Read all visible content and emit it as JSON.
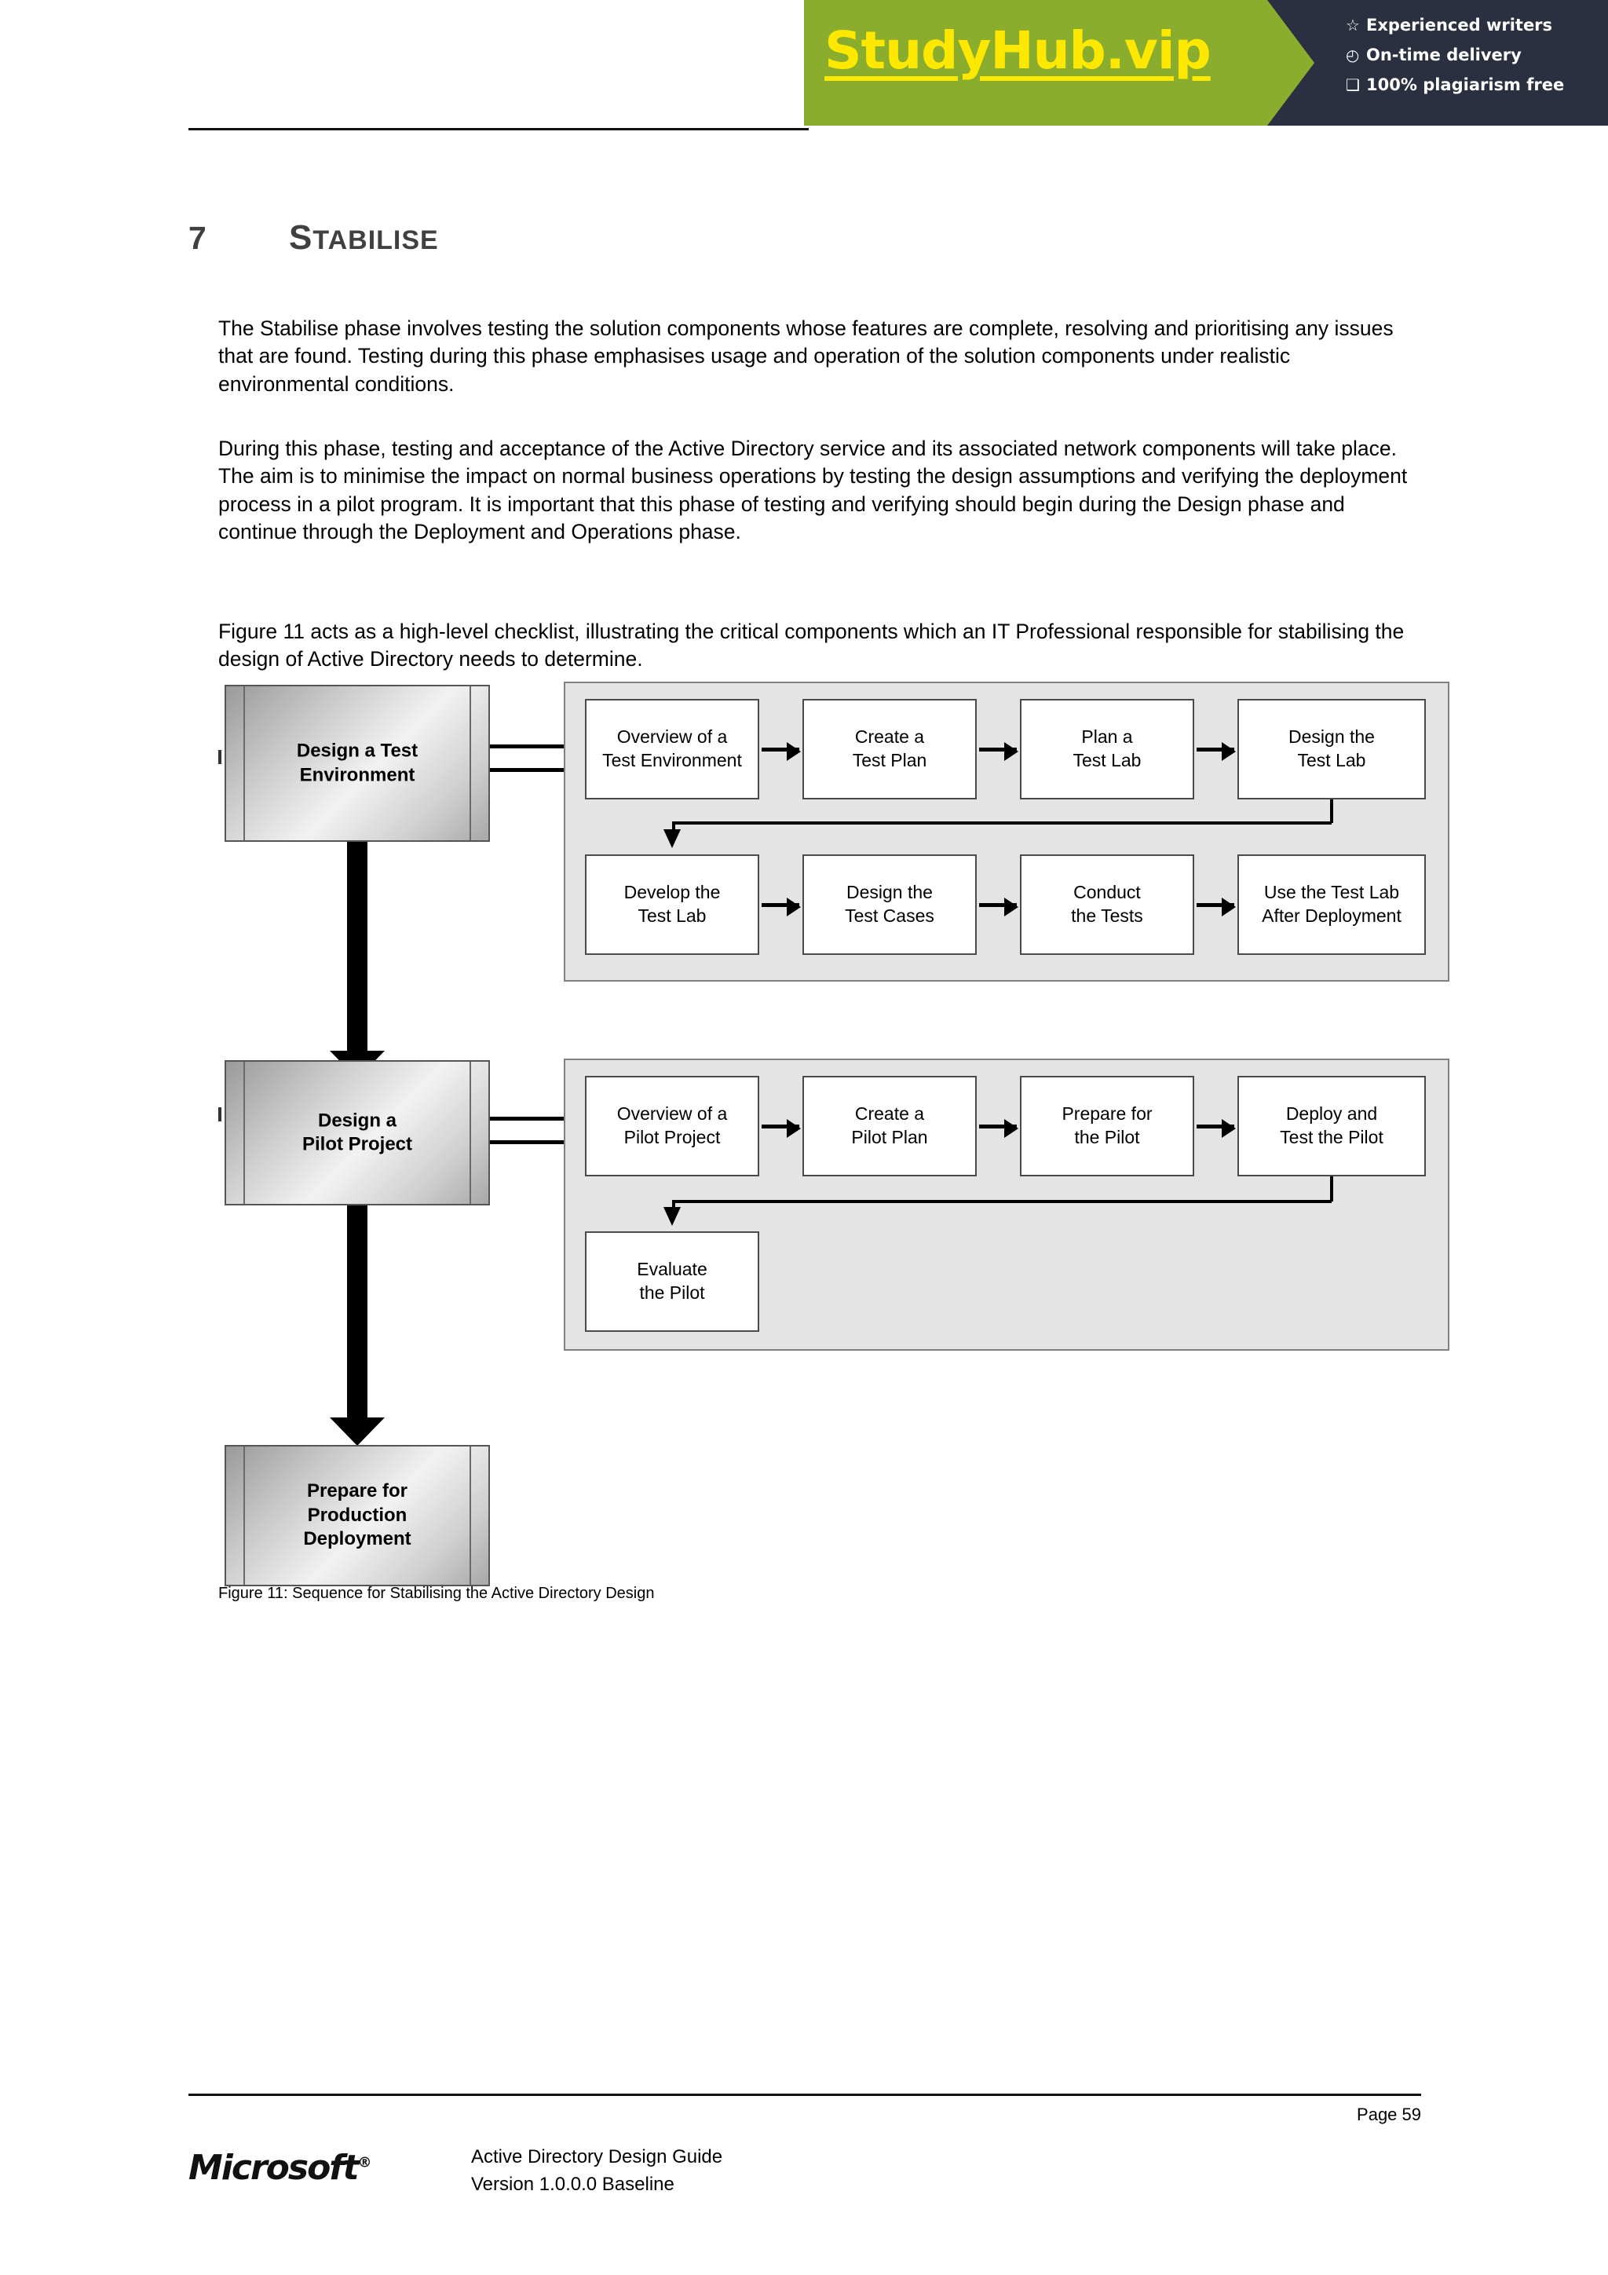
{
  "watermark": {
    "logo_text": "StudyHub.vip",
    "features": [
      {
        "icon": "star-icon",
        "glyph": "☆",
        "text": "Experienced writers"
      },
      {
        "icon": "clock-icon",
        "glyph": "◴",
        "text": "On-time delivery"
      },
      {
        "icon": "shield-check-icon",
        "glyph": "❑",
        "text": "100% plagiarism free"
      }
    ],
    "green_hex": "#8AAD2E",
    "dark_hex": "#2B3040",
    "yellow_hex": "#FFE800"
  },
  "heading": {
    "number": "7",
    "first_letter": "S",
    "rest": "TABILISE"
  },
  "paragraphs": {
    "p1": "The Stabilise phase involves testing the solution components whose features are complete, resolving and prioritising any issues that are found. Testing during this phase emphasises usage and operation of the solution components under realistic environmental conditions.",
    "p2": "During this phase, testing and acceptance of the Active Directory service and its associated network components will take place. The aim is to minimise the impact on normal business operations by testing the design assumptions and verifying the deployment process in a pilot program. It is important that this phase of testing and verifying should begin during the Design phase and continue through the Deployment and Operations phase.",
    "p3": "Figure 11 acts as a high-level checklist, illustrating the critical components which an IT Professional responsible for stabilising the design of Active Directory needs to determine."
  },
  "figure": {
    "caption": "Figure 11: Sequence for Stabilising the Active Directory Design",
    "phases": [
      {
        "id": "design-test-environment",
        "label": "Design a Test\nEnvironment"
      },
      {
        "id": "design-pilot-project",
        "label": "Design a\nPilot Project"
      },
      {
        "id": "prepare-production-deployment",
        "label": "Prepare for\nProduction\nDeployment"
      }
    ],
    "test_row1": [
      "Overview of a\nTest Environment",
      "Create a\nTest Plan",
      "Plan a\nTest Lab",
      "Design the\nTest Lab"
    ],
    "test_row2": [
      "Develop the\nTest Lab",
      "Design the\nTest Cases",
      "Conduct\nthe Tests",
      "Use the Test Lab\nAfter Deployment"
    ],
    "pilot_row1": [
      "Overview of a\nPilot Project",
      "Create a\nPilot Plan",
      "Prepare for\nthe Pilot",
      "Deploy and\nTest the Pilot"
    ],
    "pilot_row2": [
      "Evaluate\nthe Pilot"
    ]
  },
  "footer": {
    "page_label": "Page 59",
    "logo": "Microsoft",
    "logo_mark": "®",
    "doc_title": "Active Directory Design Guide",
    "version": "Version 1.0.0.0 Baseline"
  }
}
